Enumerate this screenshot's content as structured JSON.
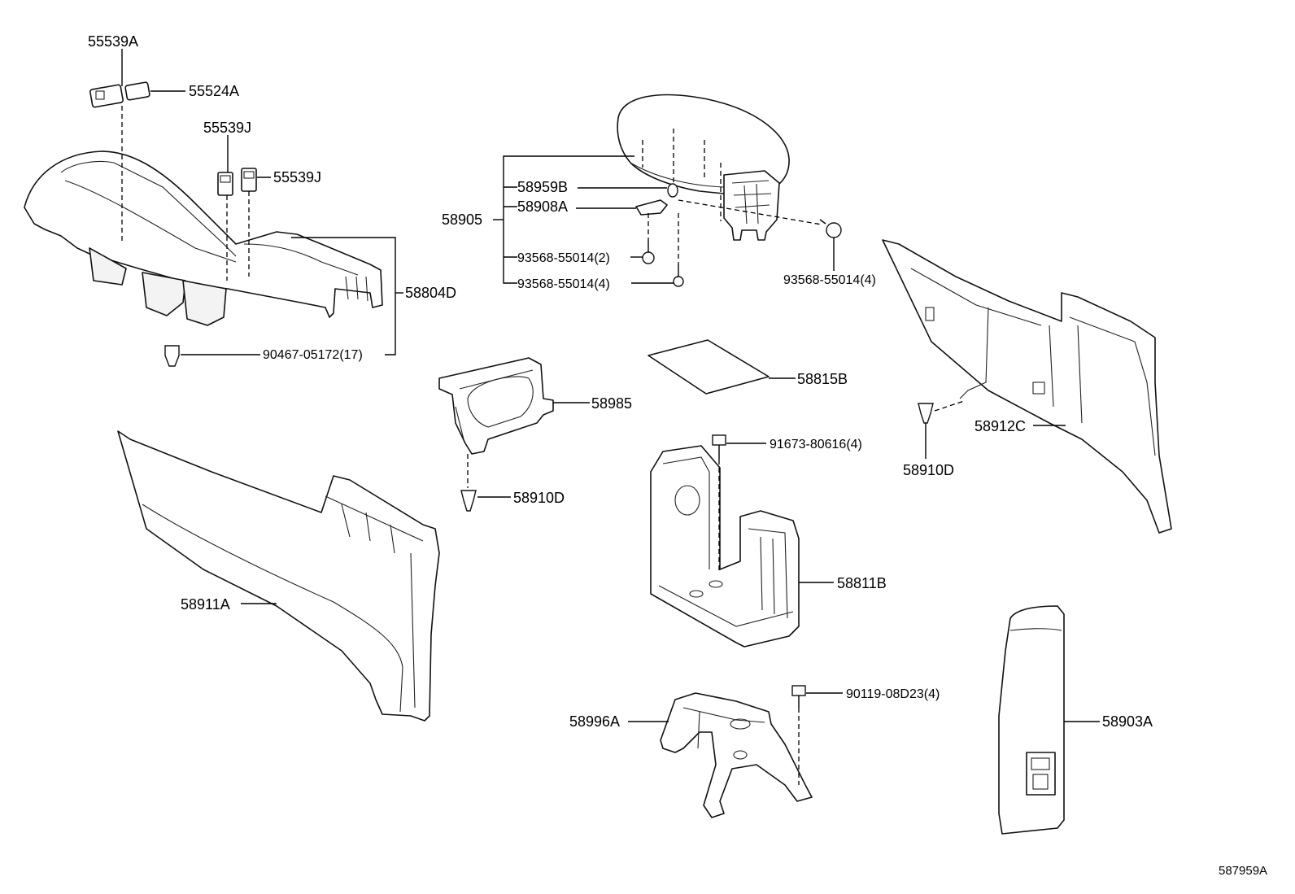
{
  "diagram": {
    "reference_code": "587959A",
    "callouts": {
      "p55539A": "55539A",
      "p55524A": "55524A",
      "p55539J_top": "55539J",
      "p55539J_side": "55539J",
      "p58804D": "58804D",
      "p90467": "90467-05172(17)",
      "p58959B": "58959B",
      "p58908A": "58908A",
      "p58905": "58905",
      "p93568_2": "93568-55014(2)",
      "p93568_4a": "93568-55014(4)",
      "p93568_4b": "93568-55014(4)",
      "p58815B": "58815B",
      "p58985": "58985",
      "p58910D_mid": "58910D",
      "p58910D_right": "58910D",
      "p58912C": "58912C",
      "p91673": "91673-80616(4)",
      "p58811B": "58811B",
      "p58911A": "58911A",
      "p90119": "90119-08D23(4)",
      "p58996A": "58996A",
      "p58903A": "58903A"
    },
    "parts": [
      {
        "id": "console-box-upper",
        "icon": "console-upper-panel"
      },
      {
        "id": "armrest-lid",
        "icon": "armrest-lid"
      },
      {
        "id": "console-side-panel-left",
        "icon": "side-panel"
      },
      {
        "id": "console-side-panel-right",
        "icon": "side-panel"
      },
      {
        "id": "console-bracket",
        "icon": "bracket"
      },
      {
        "id": "console-box-body",
        "icon": "box-body"
      },
      {
        "id": "mounting-bracket",
        "icon": "bracket"
      },
      {
        "id": "rear-panel",
        "icon": "rear-panel"
      },
      {
        "id": "mat-sheet",
        "icon": "mat"
      }
    ]
  }
}
